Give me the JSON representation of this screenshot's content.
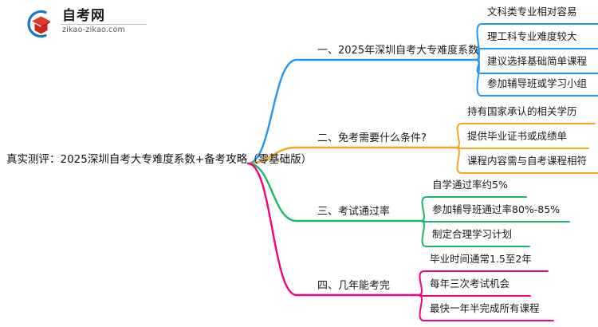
{
  "logo": {
    "name_cn": "自考网",
    "url": "zikao-zikao.com",
    "mark_icon": "graduation-cap-logo-icon",
    "arc_color": "#1678c8",
    "cap_color": "#d93025"
  },
  "mindmap": {
    "root": {
      "label": "真实测评：2025深圳自考大专难度系数+备考攻略（零基础版）"
    },
    "branches": [
      {
        "label": "一、2025年深圳自考大专难度系数",
        "color": "#2196f3",
        "children": [
          {
            "label": "文科类专业相对容易"
          },
          {
            "label": "理工科专业难度较大"
          },
          {
            "label": "建议选择基础简单课程"
          },
          {
            "label": "参加辅导班或学习小组"
          }
        ]
      },
      {
        "label": "二、免考需要什么条件?",
        "color": "#f5a623",
        "children": [
          {
            "label": "持有国家承认的相关学历"
          },
          {
            "label": "提供毕业证书或成绩单"
          },
          {
            "label": "课程内容需与自考课程相符"
          }
        ]
      },
      {
        "label": "三、考试通过率",
        "color": "#1db96a",
        "children": [
          {
            "label": "自学通过率约5%"
          },
          {
            "label": "参加辅导班通过率80%-85%"
          },
          {
            "label": "制定合理学习计划"
          }
        ]
      },
      {
        "label": "四、几年能考完",
        "color": "#f5007f",
        "children": [
          {
            "label": "毕业时间通常1.5至2年"
          },
          {
            "label": "每年三次考试机会"
          },
          {
            "label": "最快一年半完成所有课程"
          }
        ]
      }
    ]
  }
}
